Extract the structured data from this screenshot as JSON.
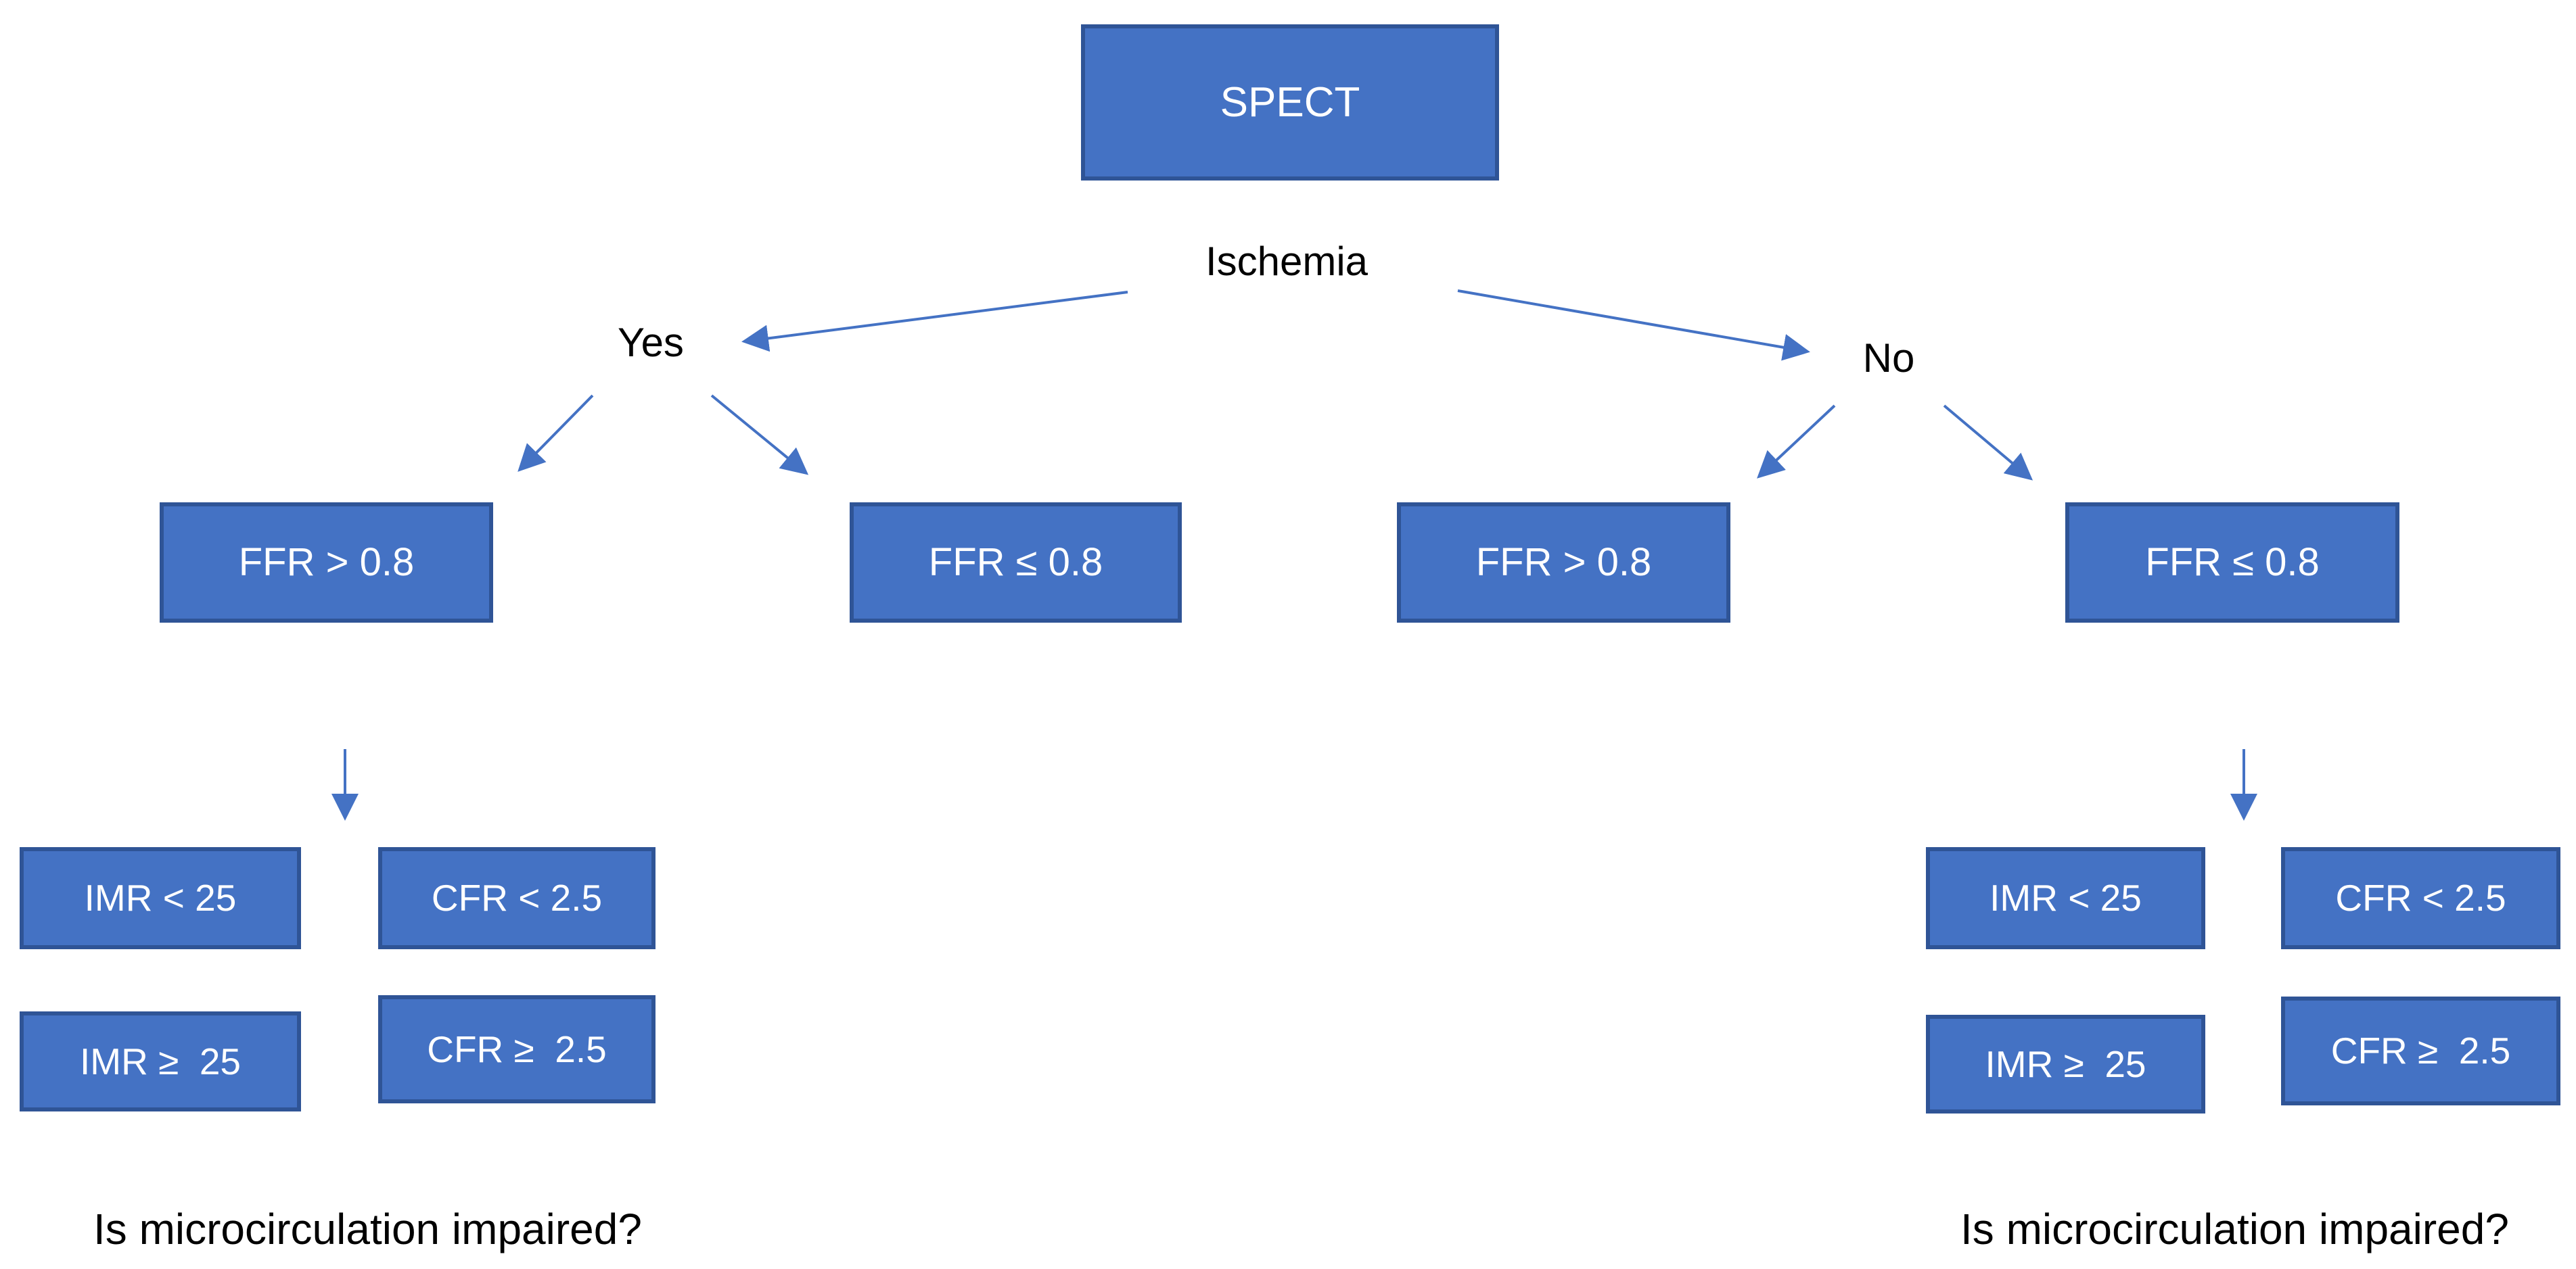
{
  "flowchart": {
    "root": "SPECT",
    "decision": "Ischemia",
    "yes_label": "Yes",
    "no_label": "No",
    "yes_branch": {
      "ffr_high": "FFR > 0.8",
      "ffr_low": "FFR ≤ 0.8"
    },
    "no_branch": {
      "ffr_high": "FFR > 0.8",
      "ffr_low": "FFR ≤ 0.8"
    },
    "left_outcomes": {
      "imr_low": "IMR < 25",
      "cfr_low": "CFR < 2.5",
      "imr_high": "IMR ≥  25",
      "cfr_high": "CFR ≥  2.5"
    },
    "right_outcomes": {
      "imr_low": "IMR < 25",
      "cfr_low": "CFR < 2.5",
      "imr_high": "IMR ≥  25",
      "cfr_high": "CFR ≥  2.5"
    },
    "left_question": "Is microcirculation impaired?",
    "right_question": "Is microcirculation impaired?"
  },
  "colors": {
    "box_fill": "#4472C4",
    "box_border": "#2F5496",
    "arrow": "#4472C4",
    "box_text": "#FFFFFF",
    "label_text": "#000000",
    "background": "#FFFFFF"
  }
}
